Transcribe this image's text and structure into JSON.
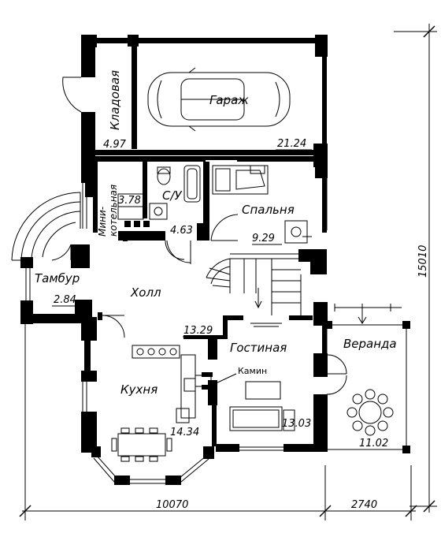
{
  "rooms": {
    "pantry": {
      "name": "Кладовая",
      "area": "4.97"
    },
    "garage": {
      "name": "Гараж",
      "area": "21.24"
    },
    "boiler": {
      "name_line1": "Мини-",
      "name_line2": "котельная",
      "area": "3.78"
    },
    "bathroom": {
      "name": "С/У",
      "area": "4.63"
    },
    "bedroom": {
      "name": "Спальня",
      "area": "9.29"
    },
    "vestibule": {
      "name": "Тамбур",
      "area": "2.84"
    },
    "hall": {
      "name": "Холл",
      "area": "13.29"
    },
    "living": {
      "name": "Гостиная",
      "area": "13.03"
    },
    "veranda": {
      "name": "Веранда",
      "area": "11.02"
    },
    "kitchen": {
      "name": "Кухня",
      "area": "14.34"
    }
  },
  "labels": {
    "fireplace": "Камин"
  },
  "dimensions": {
    "width_main": "10070",
    "width_veranda": "2740",
    "height_total": "15010"
  }
}
